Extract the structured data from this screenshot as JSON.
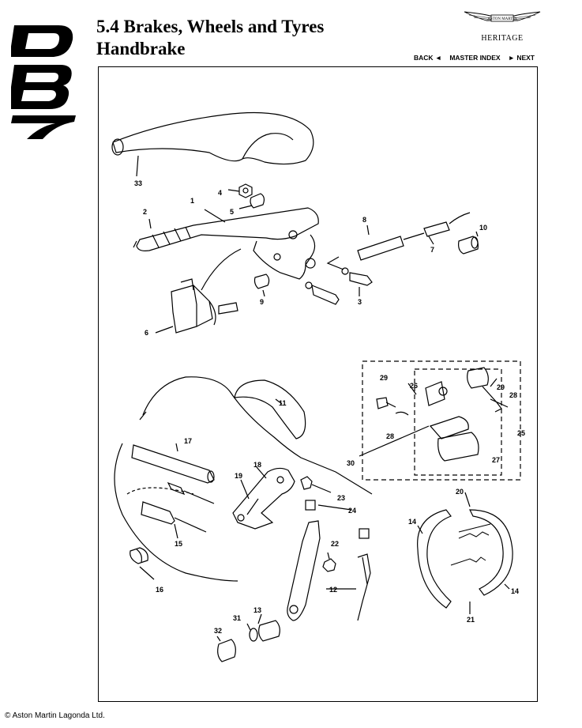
{
  "header": {
    "section_line": "5.4 Brakes, Wheels and Tyres",
    "subtitle": "Handbrake",
    "logo_text": "DB7"
  },
  "brand": {
    "badge_text": "ASTON MARTIN",
    "heritage": "HERITAGE"
  },
  "nav": {
    "back": "BACK ◄",
    "master_index": "MASTER INDEX",
    "next": "► NEXT"
  },
  "diagram": {
    "callouts": [
      "33",
      "4",
      "5",
      "1",
      "2",
      "8",
      "10",
      "7",
      "9",
      "3",
      "6",
      "29",
      "26",
      "29",
      "28",
      "11",
      "28",
      "25",
      "30",
      "27",
      "17",
      "18",
      "19",
      "23",
      "24",
      "20",
      "14",
      "15",
      "22",
      "12",
      "13",
      "31",
      "32",
      "16",
      "14",
      "21"
    ]
  },
  "footer": {
    "copyright": "© Aston Martin Lagonda Ltd."
  }
}
